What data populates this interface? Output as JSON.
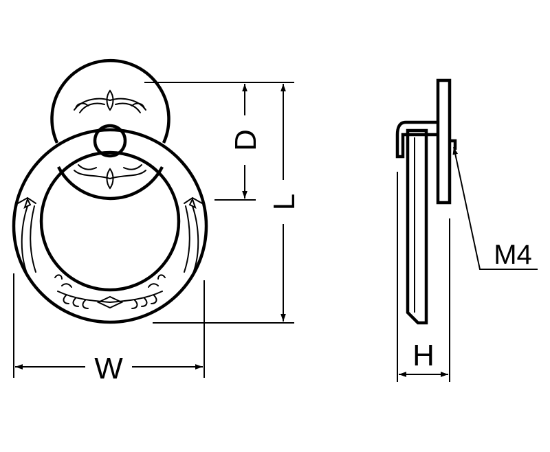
{
  "labels": {
    "width": "W",
    "depth": "D",
    "length": "L",
    "height": "H",
    "thread": "M4"
  }
}
